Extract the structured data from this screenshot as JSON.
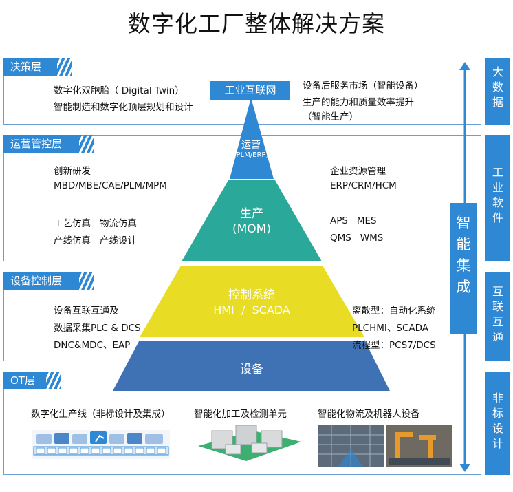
{
  "title": "数字化工厂整体解决方案",
  "layers": {
    "decision": {
      "tab": "决策层",
      "left_lines": [
        "数字化双胞胎（ Digital Twin）",
        "智能制造和数字化顶层规划和设计"
      ],
      "right_lines": [
        "设备后服务市场（智能设备）",
        "生产的能力和质量效率提升",
        "（智能生产）"
      ]
    },
    "operation": {
      "tab": "运营管控层",
      "left_lines": [
        "创新研发",
        "MBD/MBE/CAE/PLM/MPM",
        "工艺仿真   物流仿真",
        "产线仿真   产线设计"
      ],
      "right_lines": [
        "企业资源管理",
        "ERP/CRM/HCM",
        "APS   MES",
        "QMS   WMS"
      ]
    },
    "equipment_control": {
      "tab": "设备控制层",
      "left_lines": [
        "设备互联互通及",
        "数据采集PLC & DCS",
        "DNC&MDC、EAP"
      ],
      "right_lines": [
        "离散型：自动化系统",
        "PLCHMI、SCADA",
        "流程型：PCS7/DCS"
      ]
    },
    "ot": {
      "tab": "OT层",
      "captions": [
        "数字化生产线（非标设计及集成）",
        "智能化加工及检测单元",
        "智能化物流及机器人设备"
      ]
    }
  },
  "pyramid": {
    "top": "工业互联网",
    "ops": {
      "line1": "运营",
      "line2": "(PLM/ERP)"
    },
    "production": {
      "line1": "生产",
      "line2": "(MOM)"
    },
    "control": {
      "line1": "控制系统",
      "line2": "HMI  /  SCADA"
    },
    "device": "设备",
    "colors": {
      "top": "#2f88d3",
      "production": "#2aa99b",
      "control": "#e8dc25",
      "device": "#3f72b5"
    }
  },
  "integration": {
    "chars": [
      "智",
      "能",
      "集",
      "成"
    ]
  },
  "side_labels": [
    {
      "chars": [
        "大",
        "数",
        "据"
      ]
    },
    {
      "chars": [
        "工",
        "业",
        "软",
        "件"
      ]
    },
    {
      "chars": [
        "互",
        "联",
        "互",
        "通"
      ]
    },
    {
      "chars": [
        "非",
        "标",
        "设",
        "计"
      ]
    }
  ]
}
